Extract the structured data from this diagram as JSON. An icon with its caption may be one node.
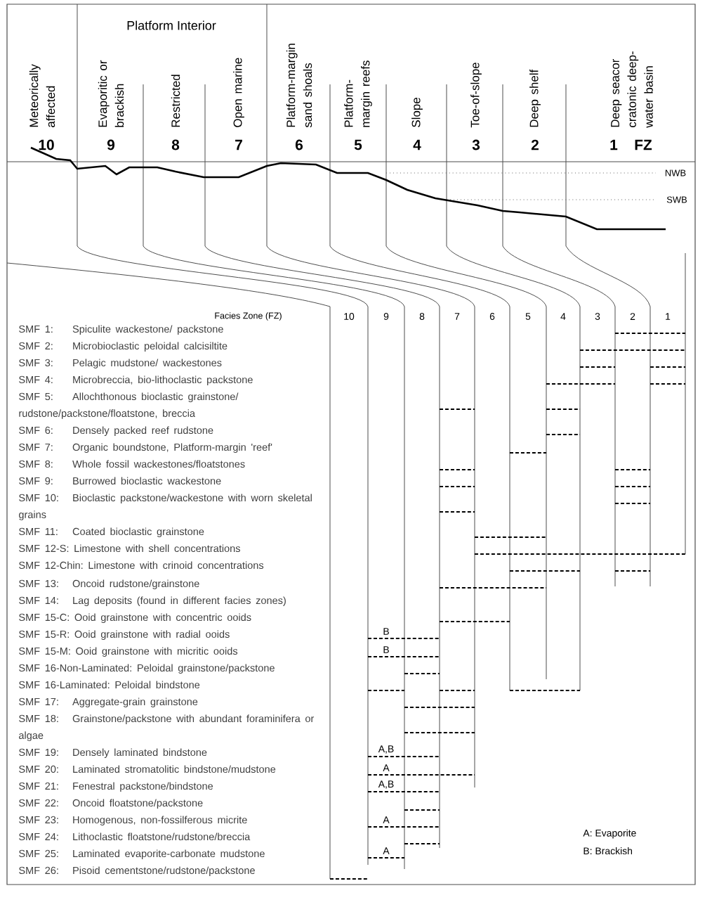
{
  "diagram": {
    "labels": [
      "Platform Interior",
      "Meteorically affected",
      "Evaporitic or brackish",
      "Restricted",
      "Open marine",
      "Platform-margin sand shoals",
      "Platform-margin reefs",
      "Slope",
      "Toe-of-slope",
      "Deep shelf",
      "Deep seacor cratonic deep-water basin",
      "10",
      "9",
      "8",
      "7",
      "6",
      "5",
      "4",
      "3",
      "2",
      "1",
      "FZ",
      "NWB",
      "SWB",
      "Facies Zone (FZ)",
      "10",
      "9",
      "8",
      "7",
      "6",
      "5",
      "4",
      "3",
      "2",
      "1",
      "SMF 1:",
      "Spiculite wackestone/ packstone",
      "SMF 2:",
      "Microbioclastic peloidal calcisiltite",
      "SMF 3:",
      "Pelagic mudstone/ wackestones",
      "SMF 4:",
      "Microbreccia, bio-lithoclastic packstone",
      "SMF 5:",
      "Allochthonous bioclastic grainstone/ rudstone/packstone/floatstone, breccia",
      "SMF 6:",
      "Densely packed reef rudstone",
      "SMF 7:",
      "Organic boundstone, Platform-margin 'reef'",
      "SMF 8:",
      "Whole fossil wackestones/floatstones",
      "SMF 9:",
      "Burrowed bioclastic wackestone",
      "SMF 10:",
      "Bioclastic packstone/wackestone with worn skeletal grains",
      "SMF 11:",
      "Coated bioclastic grainstone",
      "SMF 12-S:",
      "Limestone with shell concentrations",
      "SMF 12-Chin:",
      "Limestone with crinoid concentrations",
      "SMF 13:",
      "Oncoid rudstone/grainstone",
      "SMF 14:",
      "Lag deposits (found in different facies zones)",
      "SMF 15-C:",
      "Ooid grainstone with concentric ooids",
      "SMF 15-R:",
      "Ooid grainstone with radial ooids",
      "SMF 15-M:",
      "Ooid grainstone with micritic ooids",
      "SMF 16-Non-Laminated:",
      "Peloidal grainstone/packstone",
      "SMF 16-Laminated:",
      "Peloidal bindstone",
      "SMF 17:",
      "Aggregate-grain grainstone",
      "SMF 18:",
      "Grainstone/packstone with abundant foraminifera or algae",
      "SMF 19:",
      "Densely laminated bindstone",
      "SMF 20:",
      "Laminated stromatolitic bindstone/mudstone",
      "SMF 21:",
      "Fenestral packstone/bindstone",
      "SMF 22:",
      "Oncoid floatstone/packstone",
      "SMF 23:",
      "Homogenous, non-fossilferous micrite",
      "SMF 24:",
      "Lithoclastic floatstone/rudstone/breccia",
      "SMF 25:",
      "Laminated evaporite-carbonate mudstone",
      "SMF 26:",
      "Pisoid cementstone/rudstone/packstone",
      "B",
      "B",
      "A,B",
      "A",
      "A,B",
      "A",
      "A",
      "A: Evaporite",
      "B: Brackish"
    ]
  }
}
